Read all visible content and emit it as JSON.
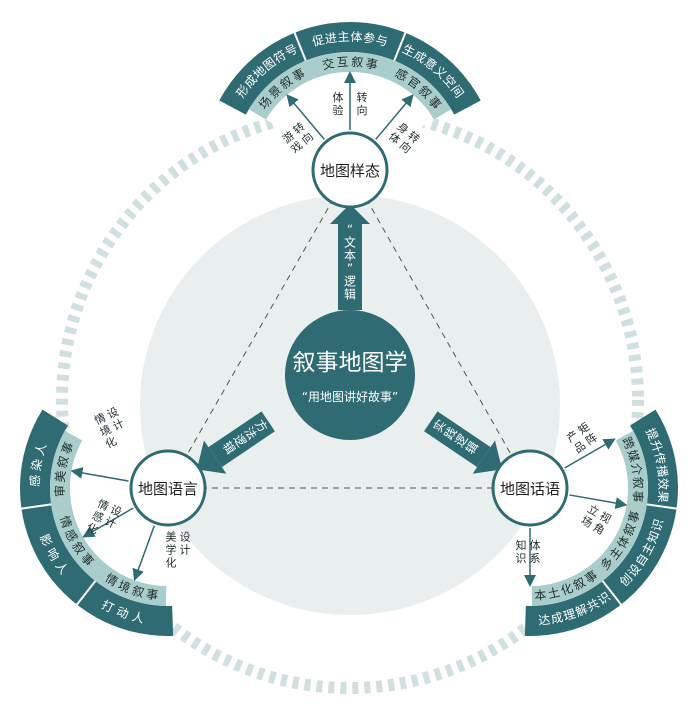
{
  "center": {
    "title": "叙事地图学",
    "subtitle": "“用地图讲好故事”"
  },
  "arrows": {
    "top": "“文本”逻辑",
    "left": "方法逻辑",
    "right": "实践逻辑"
  },
  "nodes": {
    "top": {
      "label": "地图样态",
      "outer": [
        "促进主体参与",
        "形成地图符号",
        "生成意义空间"
      ],
      "inner": [
        "交互叙事",
        "场景叙事",
        "感官叙事"
      ],
      "mid": [
        "体验",
        "转向",
        "游戏转向",
        "身体转向"
      ]
    },
    "left": {
      "label": "地图语言",
      "outer": [
        "打动人",
        "感染人",
        "影响人"
      ],
      "inner": [
        "情境叙事",
        "情感叙事",
        "审美叙事"
      ],
      "mid": [
        "情境化设计",
        "情感化设计",
        "美学化设计"
      ]
    },
    "right": {
      "label": "地图话语",
      "outer": [
        "提升传播效果",
        "达成理解共识",
        "创设自主知识"
      ],
      "inner": [
        "跨媒介叙事",
        "多主体叙事",
        "本土化叙事"
      ],
      "mid": [
        "产品矩阵",
        "立场视角",
        "知识体系"
      ]
    }
  },
  "colors": {
    "dark": "#2f6b73",
    "light": "#a9cdcb",
    "pale": "#e9eeee",
    "dashed_ring": "#cfe0df"
  }
}
